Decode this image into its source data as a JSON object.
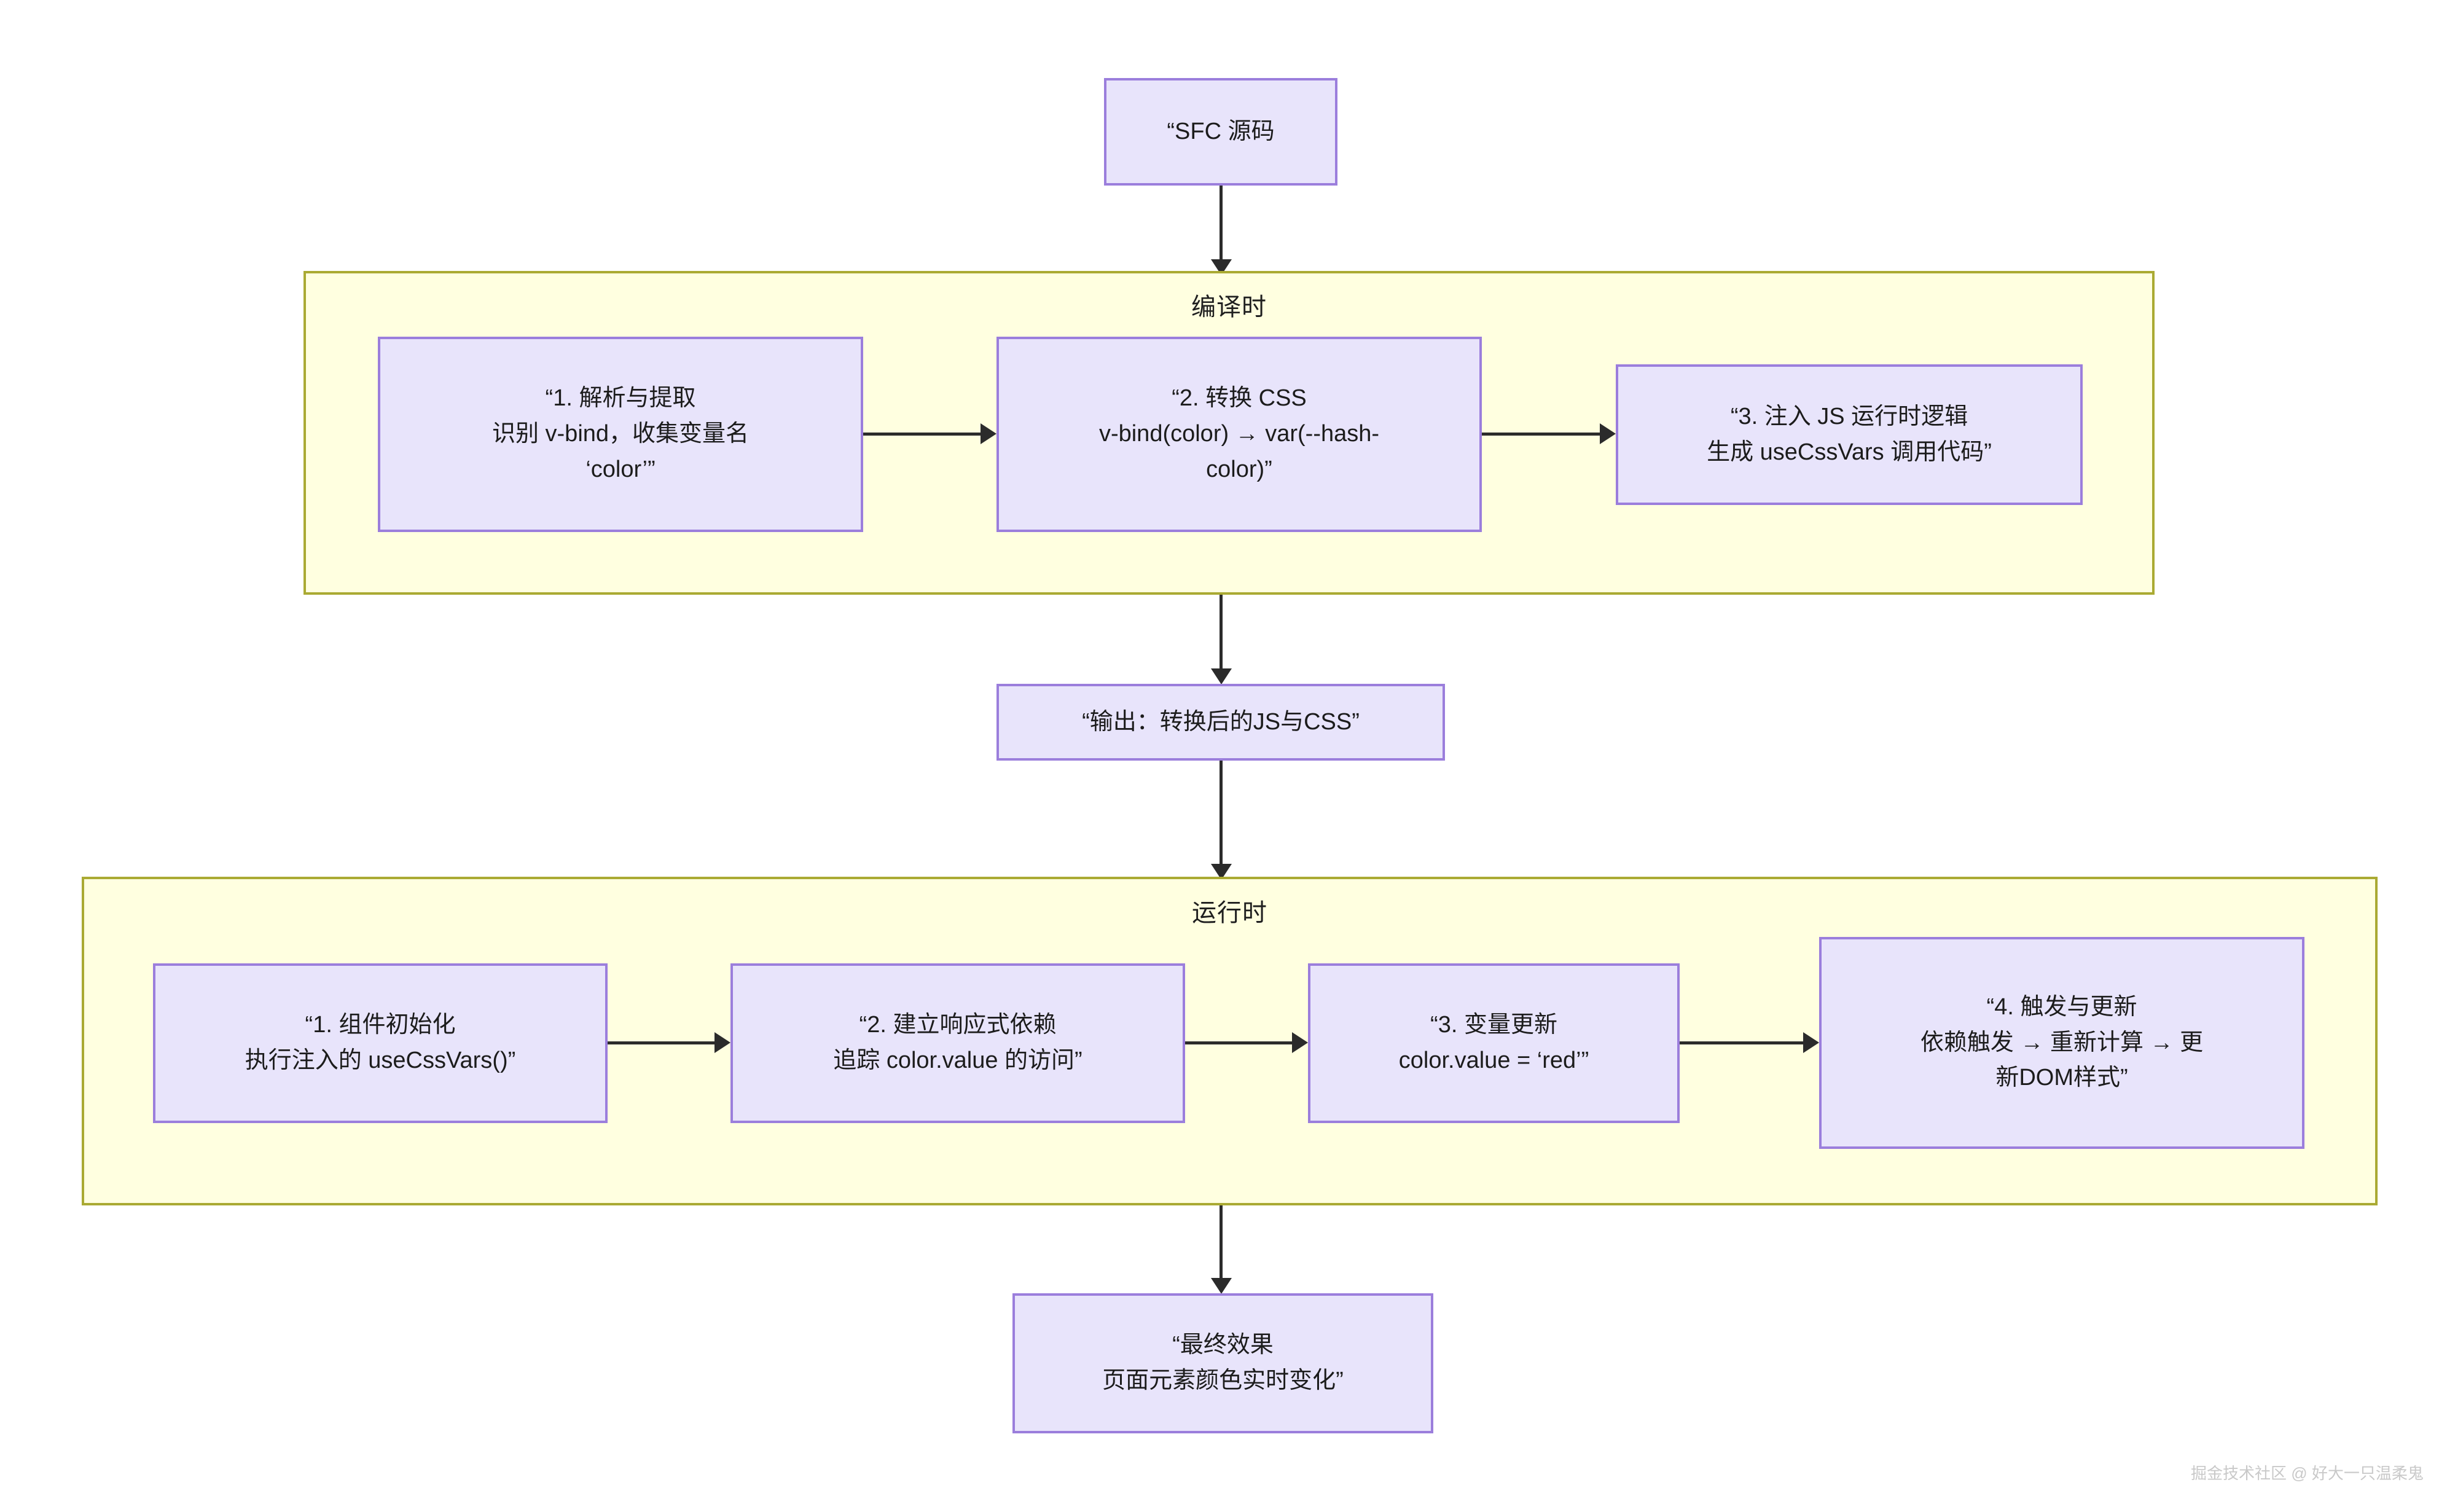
{
  "diagram": {
    "title_top_node": "“SFC 源码",
    "nodes": {
      "sfc_source": {
        "lines": [
          "“SFC 源码"
        ]
      },
      "compile_step1": {
        "lines": [
          "“1. 解析与提取",
          "识别 v-bind，收集变量名",
          "‘color’”"
        ]
      },
      "compile_step2": {
        "lines": [
          "“2. 转换 CSS",
          "v-bind(color) → var(--hash-",
          "color)”"
        ]
      },
      "compile_step3": {
        "lines": [
          "“3. 注入 JS 运行时逻辑",
          "生成 useCssVars 调用代码”"
        ]
      },
      "output": {
        "lines": [
          "“输出：转换后的JS与CSS”"
        ]
      },
      "runtime_step1": {
        "lines": [
          "“1. 组件初始化",
          "执行注入的 useCssVars()”"
        ]
      },
      "runtime_step2": {
        "lines": [
          "“2. 建立响应式依赖",
          "追踪 color.value 的访问”"
        ]
      },
      "runtime_step3": {
        "lines": [
          "“3. 变量更新",
          "color.value = ‘red’”"
        ]
      },
      "runtime_step4": {
        "lines": [
          "“4. 触发与更新",
          "依赖触发 → 重新计算 → 更",
          "新DOM样式”"
        ]
      },
      "final_effect": {
        "lines": [
          "“最终效果",
          "页面元素颜色实时变化”"
        ]
      }
    },
    "subgraphs": {
      "compile_time": {
        "title": "编译时"
      },
      "runtime": {
        "title": "运行时"
      }
    },
    "watermark": "掘金技术社区 @ 好大一只温柔鬼",
    "colors": {
      "node_fill": "#e8e4fb",
      "node_border": "#9b7edc",
      "subgraph_fill": "#ffffe0",
      "subgraph_border": "#aaaa33",
      "edge": "#2b2b2b",
      "text": "#1c1c1c"
    }
  }
}
